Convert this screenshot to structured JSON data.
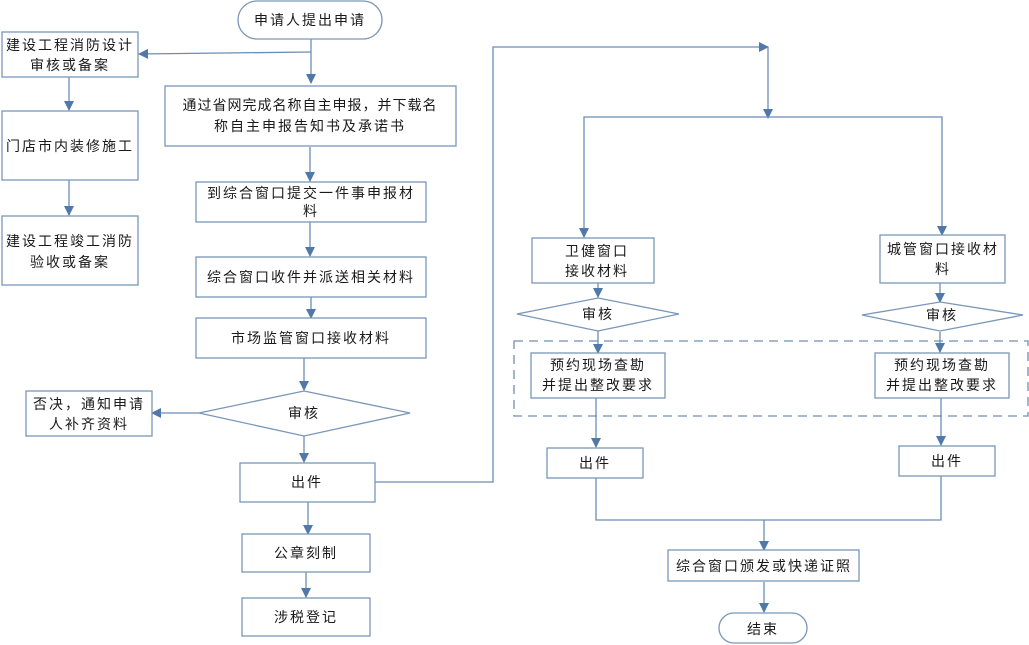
{
  "diagram": {
    "type": "flowchart",
    "nodes": {
      "start": {
        "shape": "terminal",
        "lines": [
          "申请人提出申请"
        ]
      },
      "fire_design": {
        "shape": "process",
        "lines": [
          "建设工程消防设计",
          "审核或备案"
        ]
      },
      "interior_work": {
        "shape": "process",
        "lines": [
          "门店市内装修施工"
        ]
      },
      "fire_acceptance": {
        "shape": "process",
        "lines": [
          "建设工程竣工消防",
          "验收或备案"
        ]
      },
      "name_declare": {
        "shape": "process",
        "lines": [
          "通过省网完成名称自主申报，并下载名",
          "称自主申报告知书及承诺书"
        ]
      },
      "submit_materials": {
        "shape": "process",
        "lines": [
          "到综合窗口提交一件事申报材",
          "料"
        ]
      },
      "receive_dispatch": {
        "shape": "process",
        "lines": [
          "综合窗口收件并派送相关材料"
        ]
      },
      "market_receive": {
        "shape": "process",
        "lines": [
          "市场监管窗口接收材料"
        ]
      },
      "review_main": {
        "shape": "decision",
        "lines": [
          "审核"
        ]
      },
      "reject": {
        "shape": "process",
        "lines": [
          "否决，通知申请",
          "人补齐资料"
        ]
      },
      "issue_main": {
        "shape": "process",
        "lines": [
          "出件"
        ]
      },
      "seal": {
        "shape": "process",
        "lines": [
          "公章刻制"
        ]
      },
      "tax": {
        "shape": "process",
        "lines": [
          "涉税登记"
        ]
      },
      "health_receive": {
        "shape": "process",
        "lines": [
          "卫健窗口",
          "接收材料"
        ]
      },
      "urban_receive": {
        "shape": "process",
        "lines": [
          "城管窗口接收材",
          "料"
        ]
      },
      "health_review": {
        "shape": "decision",
        "lines": [
          "审核"
        ]
      },
      "urban_review": {
        "shape": "decision",
        "lines": [
          "审核"
        ]
      },
      "health_inspect": {
        "shape": "process",
        "lines": [
          "预约现场查勘",
          "并提出整改要求"
        ]
      },
      "urban_inspect": {
        "shape": "process",
        "lines": [
          "预约现场查勘",
          "并提出整改要求"
        ]
      },
      "health_issue": {
        "shape": "process",
        "lines": [
          "出件"
        ]
      },
      "urban_issue": {
        "shape": "process",
        "lines": [
          "出件"
        ]
      },
      "final_issue": {
        "shape": "process",
        "lines": [
          "综合窗口颁发或快递证照"
        ]
      },
      "end": {
        "shape": "terminal",
        "lines": [
          "结束"
        ]
      }
    },
    "edges": [
      {
        "from": "start",
        "to": "name_declare"
      },
      {
        "from": "start",
        "to": "fire_design"
      },
      {
        "from": "fire_design",
        "to": "interior_work"
      },
      {
        "from": "interior_work",
        "to": "fire_acceptance"
      },
      {
        "from": "name_declare",
        "to": "submit_materials"
      },
      {
        "from": "submit_materials",
        "to": "receive_dispatch"
      },
      {
        "from": "receive_dispatch",
        "to": "market_receive"
      },
      {
        "from": "market_receive",
        "to": "review_main"
      },
      {
        "from": "review_main",
        "to": "reject"
      },
      {
        "from": "review_main",
        "to": "issue_main"
      },
      {
        "from": "issue_main",
        "to": "seal"
      },
      {
        "from": "seal",
        "to": "tax"
      },
      {
        "from": "issue_main",
        "to": "health_receive"
      },
      {
        "from": "issue_main",
        "to": "urban_receive"
      },
      {
        "from": "health_receive",
        "to": "health_review"
      },
      {
        "from": "health_review",
        "to": "health_inspect"
      },
      {
        "from": "health_inspect",
        "to": "health_issue"
      },
      {
        "from": "urban_receive",
        "to": "urban_review"
      },
      {
        "from": "urban_review",
        "to": "urban_inspect"
      },
      {
        "from": "urban_inspect",
        "to": "urban_issue"
      },
      {
        "from": "health_issue",
        "to": "final_issue"
      },
      {
        "from": "urban_issue",
        "to": "final_issue"
      },
      {
        "from": "final_issue",
        "to": "end"
      }
    ],
    "colors": {
      "line": "#6c8db3",
      "box_border": "#7a97b8",
      "text": "#1a1a1a"
    }
  }
}
